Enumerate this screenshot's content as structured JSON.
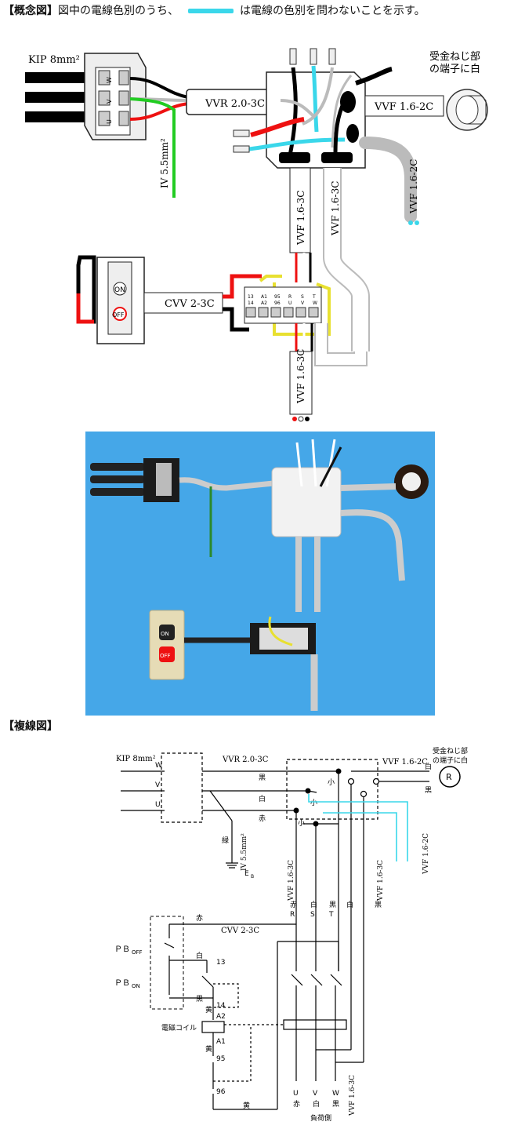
{
  "header": {
    "concept_title": "【概念図】",
    "concept_text_1": "図中の電線色別のうち、",
    "concept_text_2": "は電線の色別を問わないことを示す。",
    "wiring_title": "【複線図】"
  },
  "concept": {
    "kip": "KIP 8mm²",
    "vvr": "VVR 2.0-3C",
    "vvf2c": "VVF 1.6-2C",
    "vvf2c_v": "VVF 1.6-2C",
    "vvf3c_a": "VVF 1.6-3C",
    "vvf3c_b": "VVF 1.6-3C",
    "vvf3c_c": "VVF 1.6-3C",
    "iv": "IV 5.5mm²",
    "cvv": "CVV 2-3C",
    "socket_1": "受金ねじ部",
    "socket_2": "の端子に白",
    "on": "ON",
    "off": "OFF",
    "tb_w": "W",
    "tb_v": "V",
    "tb_u": "U",
    "terminals_top": [
      "13",
      "A1",
      "95",
      "R",
      "S",
      "T"
    ],
    "terminals_mid": [
      "14",
      "A2",
      "96",
      "U",
      "V",
      "W"
    ]
  },
  "photo": {
    "on": "ON",
    "off": "OFF"
  },
  "wiring": {
    "kip": "KIP 8mm²",
    "vvr": "VVR 2.0-3C",
    "vvf2c": "VVF 1.6-2C",
    "vvf2c_v": "VVF 1.6-2C",
    "socket_1": "受金ねじ部",
    "socket_2": "の端子に白",
    "w": "W",
    "v": "V",
    "u": "U",
    "black": "黒",
    "white": "白",
    "red": "赤",
    "green": "緑",
    "iv": "IV 5.5mm²",
    "eb": "E",
    "eb_sub": "B",
    "small": "小",
    "r": "R",
    "vvf3c_1": "VVF 1.6-3C",
    "vvf3c_2": "VVF 1.6-3C",
    "vvf3c_3": "VVF 1.6-3C",
    "cvv": "CVV 2-3C",
    "pb_off": "ＰＢ",
    "pb_off_sub": "OFF",
    "pb_on": "ＰＢ",
    "pb_on_sub": "ON",
    "coil": "電磁コイル",
    "yellow": "黄",
    "t13": "13",
    "t14": "14",
    "a2": "A2",
    "a1": "A1",
    "t95": "95",
    "t96": "96",
    "R": "R",
    "S": "S",
    "T": "T",
    "U": "U",
    "V": "V",
    "W": "W",
    "load": "負荷側"
  }
}
